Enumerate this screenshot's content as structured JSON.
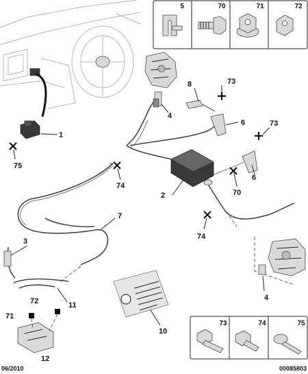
{
  "callouts": {
    "c1": "1",
    "c2": "2",
    "c3": "3",
    "c4a": "4",
    "c4b": "4",
    "c6a": "6",
    "c6b": "6",
    "c7": "7",
    "c8": "8",
    "c10": "10",
    "c11": "11",
    "c12": "12",
    "c70": "70",
    "c71": "71",
    "c72": "72",
    "c73a": "73",
    "c73b": "73",
    "c74a": "74",
    "c74b": "74",
    "c75": "75"
  },
  "top_table": {
    "h5": "5",
    "h70": "70",
    "h71": "71",
    "h72": "72"
  },
  "bottom_table": {
    "h73": "73",
    "h74": "74",
    "h75": "75"
  },
  "footer": {
    "date": "06/2010",
    "ref": "00085803"
  }
}
